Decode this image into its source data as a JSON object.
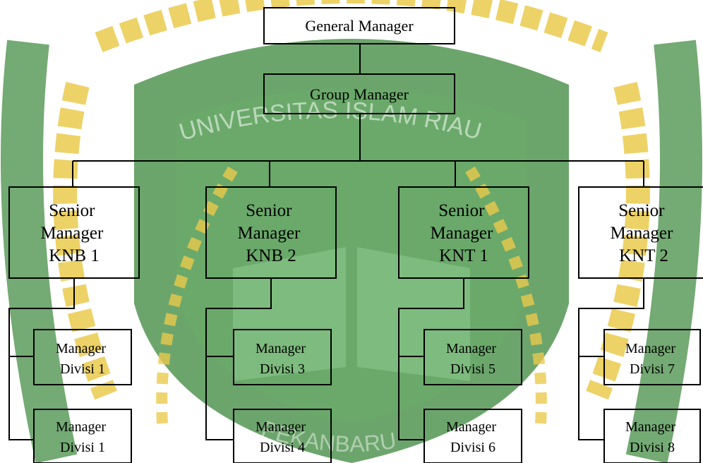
{
  "colors": {
    "watermark_green": "#3f8a3f",
    "watermark_gold": "#e8c43a",
    "line": "#000000"
  },
  "watermark": {
    "arc_text_top": "UNIVERSITAS ISLAM RIAU",
    "arc_text_bottom": "PEKANBARU"
  },
  "org": {
    "general_manager": "General Manager",
    "group_manager": "Group Manager",
    "seniors": [
      {
        "lines": [
          "Senior",
          "Manager",
          "KNB 1"
        ],
        "divisions": [
          [
            "Manager",
            "Divisi 1"
          ],
          [
            "Manager",
            "Divisi 1"
          ]
        ]
      },
      {
        "lines": [
          "Senior",
          "Manager",
          "KNB 2"
        ],
        "divisions": [
          [
            "Manager",
            "Divisi 3"
          ],
          [
            "Manager",
            "Divisi 4"
          ]
        ]
      },
      {
        "lines": [
          "Senior",
          "Manager",
          "KNT 1"
        ],
        "divisions": [
          [
            "Manager",
            "Divisi 5"
          ],
          [
            "Manager",
            "Divisi 6"
          ]
        ]
      },
      {
        "lines": [
          "Senior",
          "Manager",
          "KNT 2"
        ],
        "divisions": [
          [
            "Manager",
            "Divisi 7"
          ],
          [
            "Manager",
            "Divisi 8"
          ]
        ]
      }
    ]
  }
}
